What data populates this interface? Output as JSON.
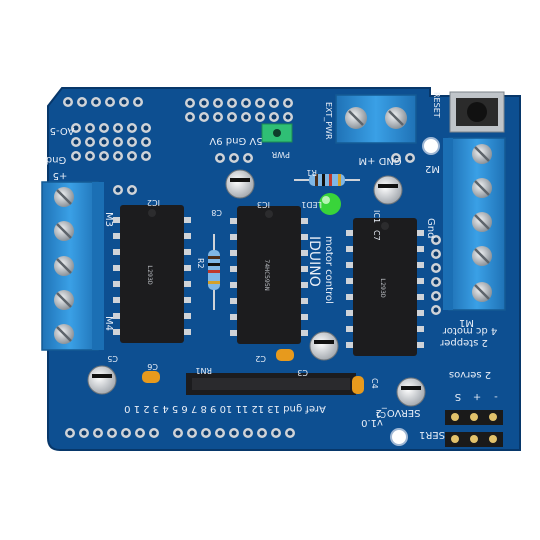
{
  "board": {
    "colors": {
      "pcb": "#0d4f91",
      "pcb_dark": "#093d72",
      "terminal": "#2f8fd6",
      "chip": "#1c1c1e",
      "pin": "#cfd3d8",
      "led": "#39d43a",
      "jumper": "#2fbf75"
    },
    "title": "IDUINO",
    "subtitle": "motor control",
    "version": "v1.0",
    "labels": {
      "ao5": "AO-5",
      "gnd": "Gnd",
      "plus5": "+5",
      "power_pins": "5V Gnd 9V",
      "ext_pwr": "EXT_PWR",
      "pwr": "PWR",
      "reset": "RESET",
      "gnd_plus_m": "GND  +M",
      "r1": "R1",
      "led1": "LED1",
      "c8": "C8",
      "ic2": "IC2",
      "ic3": "IC3",
      "ic1": "IC1",
      "c7": "C7",
      "r2": "R2",
      "m3": "M3",
      "m4": "M4",
      "m2": "M2",
      "m1": "M1",
      "gnd_right": "Gnd",
      "c5": "C5",
      "c6": "C6",
      "rn1": "RN1",
      "c2": "C2",
      "c3": "C3",
      "c4": "C4",
      "c1": "C1",
      "stepper": "2 stepper",
      "dc_motor": "4 dc motor",
      "servos": "2 servos",
      "servo2": "SERVO_2",
      "ser1": "SER1",
      "s_label": "S",
      "plus": "+",
      "minus": "-",
      "pin_row": "Aref gnd 13 12 11 10 9 8 7 6 5 4 3 2 1 0"
    },
    "chips": {
      "ic2_text": "L293D",
      "ic3_text": "74HC595N",
      "ic1_text": "L293D"
    }
  }
}
